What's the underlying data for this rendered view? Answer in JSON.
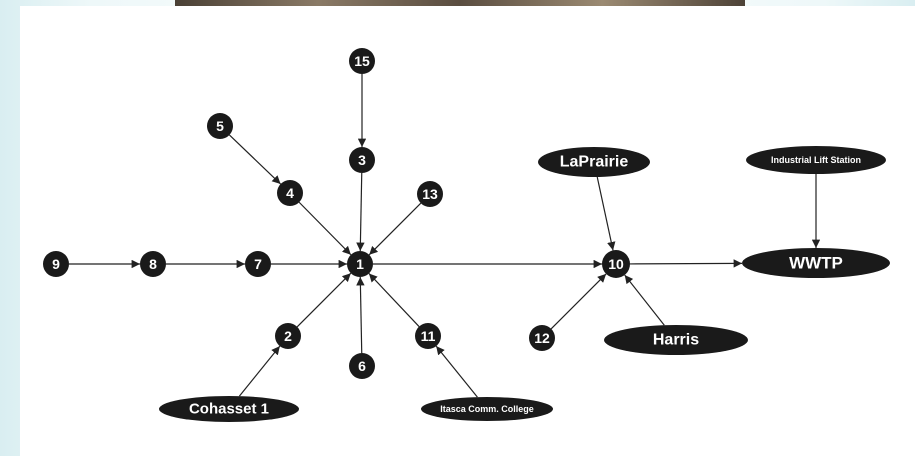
{
  "diagram": {
    "nodes": [
      {
        "id": "1",
        "label": "1"
      },
      {
        "id": "2",
        "label": "2"
      },
      {
        "id": "3",
        "label": "3"
      },
      {
        "id": "4",
        "label": "4"
      },
      {
        "id": "5",
        "label": "5"
      },
      {
        "id": "6",
        "label": "6"
      },
      {
        "id": "7",
        "label": "7"
      },
      {
        "id": "8",
        "label": "8"
      },
      {
        "id": "9",
        "label": "9"
      },
      {
        "id": "10",
        "label": "10"
      },
      {
        "id": "11",
        "label": "11"
      },
      {
        "id": "12",
        "label": "12"
      },
      {
        "id": "13",
        "label": "13"
      },
      {
        "id": "15",
        "label": "15"
      },
      {
        "id": "cohasset",
        "label": "Cohasset 1"
      },
      {
        "id": "itasca",
        "label": "Itasca Comm. College"
      },
      {
        "id": "laprairie",
        "label": "LaPrairie"
      },
      {
        "id": "harris",
        "label": "Harris"
      },
      {
        "id": "industrial",
        "label": "Industrial Lift Station"
      },
      {
        "id": "wwtp",
        "label": "WWTP"
      }
    ],
    "edges": [
      {
        "from": "15",
        "to": "3"
      },
      {
        "from": "3",
        "to": "1"
      },
      {
        "from": "5",
        "to": "4"
      },
      {
        "from": "4",
        "to": "1"
      },
      {
        "from": "13",
        "to": "1"
      },
      {
        "from": "9",
        "to": "8"
      },
      {
        "from": "8",
        "to": "7"
      },
      {
        "from": "7",
        "to": "1"
      },
      {
        "from": "2",
        "to": "1"
      },
      {
        "from": "cohasset",
        "to": "2"
      },
      {
        "from": "6",
        "to": "1"
      },
      {
        "from": "11",
        "to": "1"
      },
      {
        "from": "itasca",
        "to": "11"
      },
      {
        "from": "1",
        "to": "10"
      },
      {
        "from": "laprairie",
        "to": "10"
      },
      {
        "from": "12",
        "to": "10"
      },
      {
        "from": "harris",
        "to": "10"
      },
      {
        "from": "10",
        "to": "wwtp"
      },
      {
        "from": "industrial",
        "to": "wwtp"
      }
    ]
  }
}
